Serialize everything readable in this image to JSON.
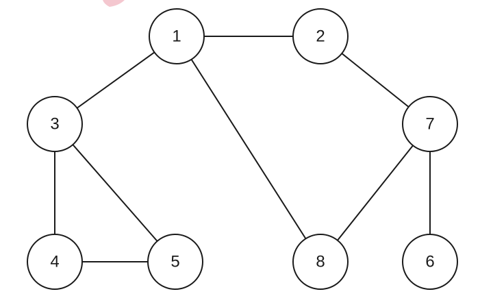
{
  "graph": {
    "nodes": [
      {
        "id": "1",
        "label": "1"
      },
      {
        "id": "2",
        "label": "2"
      },
      {
        "id": "3",
        "label": "3"
      },
      {
        "id": "4",
        "label": "4"
      },
      {
        "id": "5",
        "label": "5"
      },
      {
        "id": "6",
        "label": "6"
      },
      {
        "id": "7",
        "label": "7"
      },
      {
        "id": "8",
        "label": "8"
      }
    ],
    "edges": [
      [
        "1",
        "2"
      ],
      [
        "1",
        "3"
      ],
      [
        "1",
        "8"
      ],
      [
        "2",
        "7"
      ],
      [
        "3",
        "4"
      ],
      [
        "3",
        "5"
      ],
      [
        "4",
        "5"
      ],
      [
        "7",
        "8"
      ],
      [
        "7",
        "6"
      ]
    ]
  },
  "colors": {
    "stroke": "#1a1a1a",
    "node_fill": "#ffffff",
    "background": "#ffffff",
    "top_mark": "#f4c7cf"
  }
}
